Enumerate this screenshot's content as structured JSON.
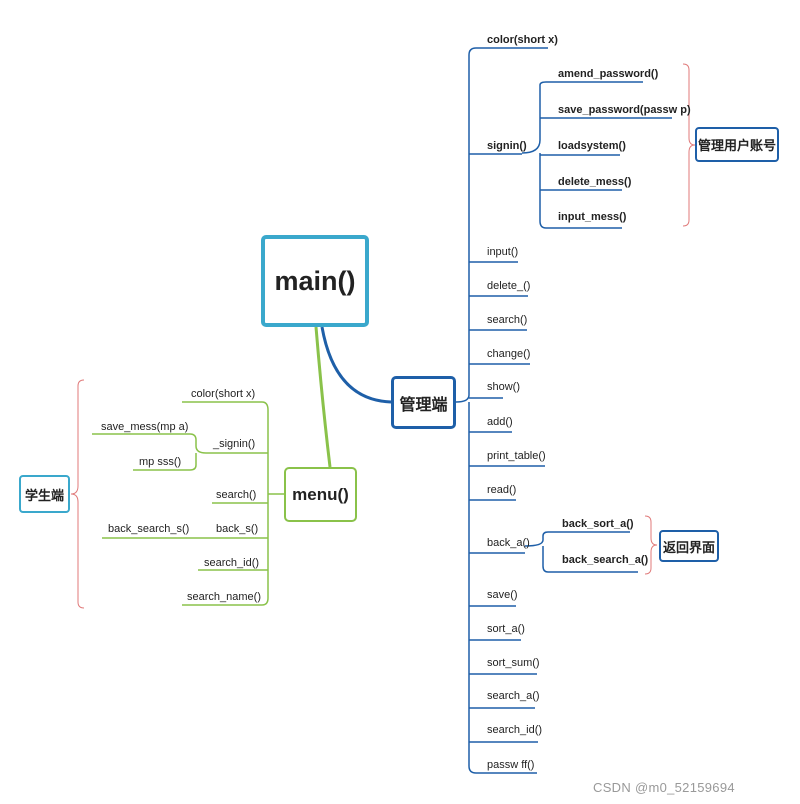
{
  "root": {
    "label": "main()"
  },
  "manager": {
    "label": "管理端",
    "items": [
      {
        "label": "color(short x)"
      },
      {
        "label": "signin()"
      },
      {
        "label": "input()"
      },
      {
        "label": "delete_()"
      },
      {
        "label": "search()"
      },
      {
        "label": "change()"
      },
      {
        "label": "show()"
      },
      {
        "label": "add()"
      },
      {
        "label": "print_table()"
      },
      {
        "label": "read()"
      },
      {
        "label": "back_a()"
      },
      {
        "label": "save()"
      },
      {
        "label": "sort_a()"
      },
      {
        "label": "sort_sum()"
      },
      {
        "label": "search_a()"
      },
      {
        "label": "search_id()"
      },
      {
        "label": "passw ff()"
      }
    ],
    "signin_children": [
      {
        "label": "amend_password()"
      },
      {
        "label": "save_password(passw p)"
      },
      {
        "label": "loadsystem()"
      },
      {
        "label": "delete_mess()"
      },
      {
        "label": "input_mess()"
      }
    ],
    "signin_group": {
      "label": "管理用户账号"
    },
    "back_children": [
      {
        "label": "back_sort_a()"
      },
      {
        "label": "back_search_a()"
      }
    ],
    "back_group": {
      "label": "返回界面"
    }
  },
  "menu": {
    "label": "menu()",
    "items": [
      {
        "label": "color(short x)"
      },
      {
        "label": "_signin()"
      },
      {
        "label": "search()"
      },
      {
        "label": "back_s()"
      },
      {
        "label": "search_id()"
      },
      {
        "label": "search_name()"
      }
    ],
    "signin_children": [
      {
        "label": "save_mess(mp a)"
      },
      {
        "label": "mp sss()"
      }
    ],
    "back_children": [
      {
        "label": "back_search_s()"
      }
    ],
    "group": {
      "label": "学生端"
    }
  },
  "colors": {
    "manager_line": "#1e5fa8",
    "menu_line": "#8ac24a",
    "root_border": "#3aa8cc",
    "brace": "#e07a7a"
  },
  "watermark": "CSDN @m0_52159694"
}
